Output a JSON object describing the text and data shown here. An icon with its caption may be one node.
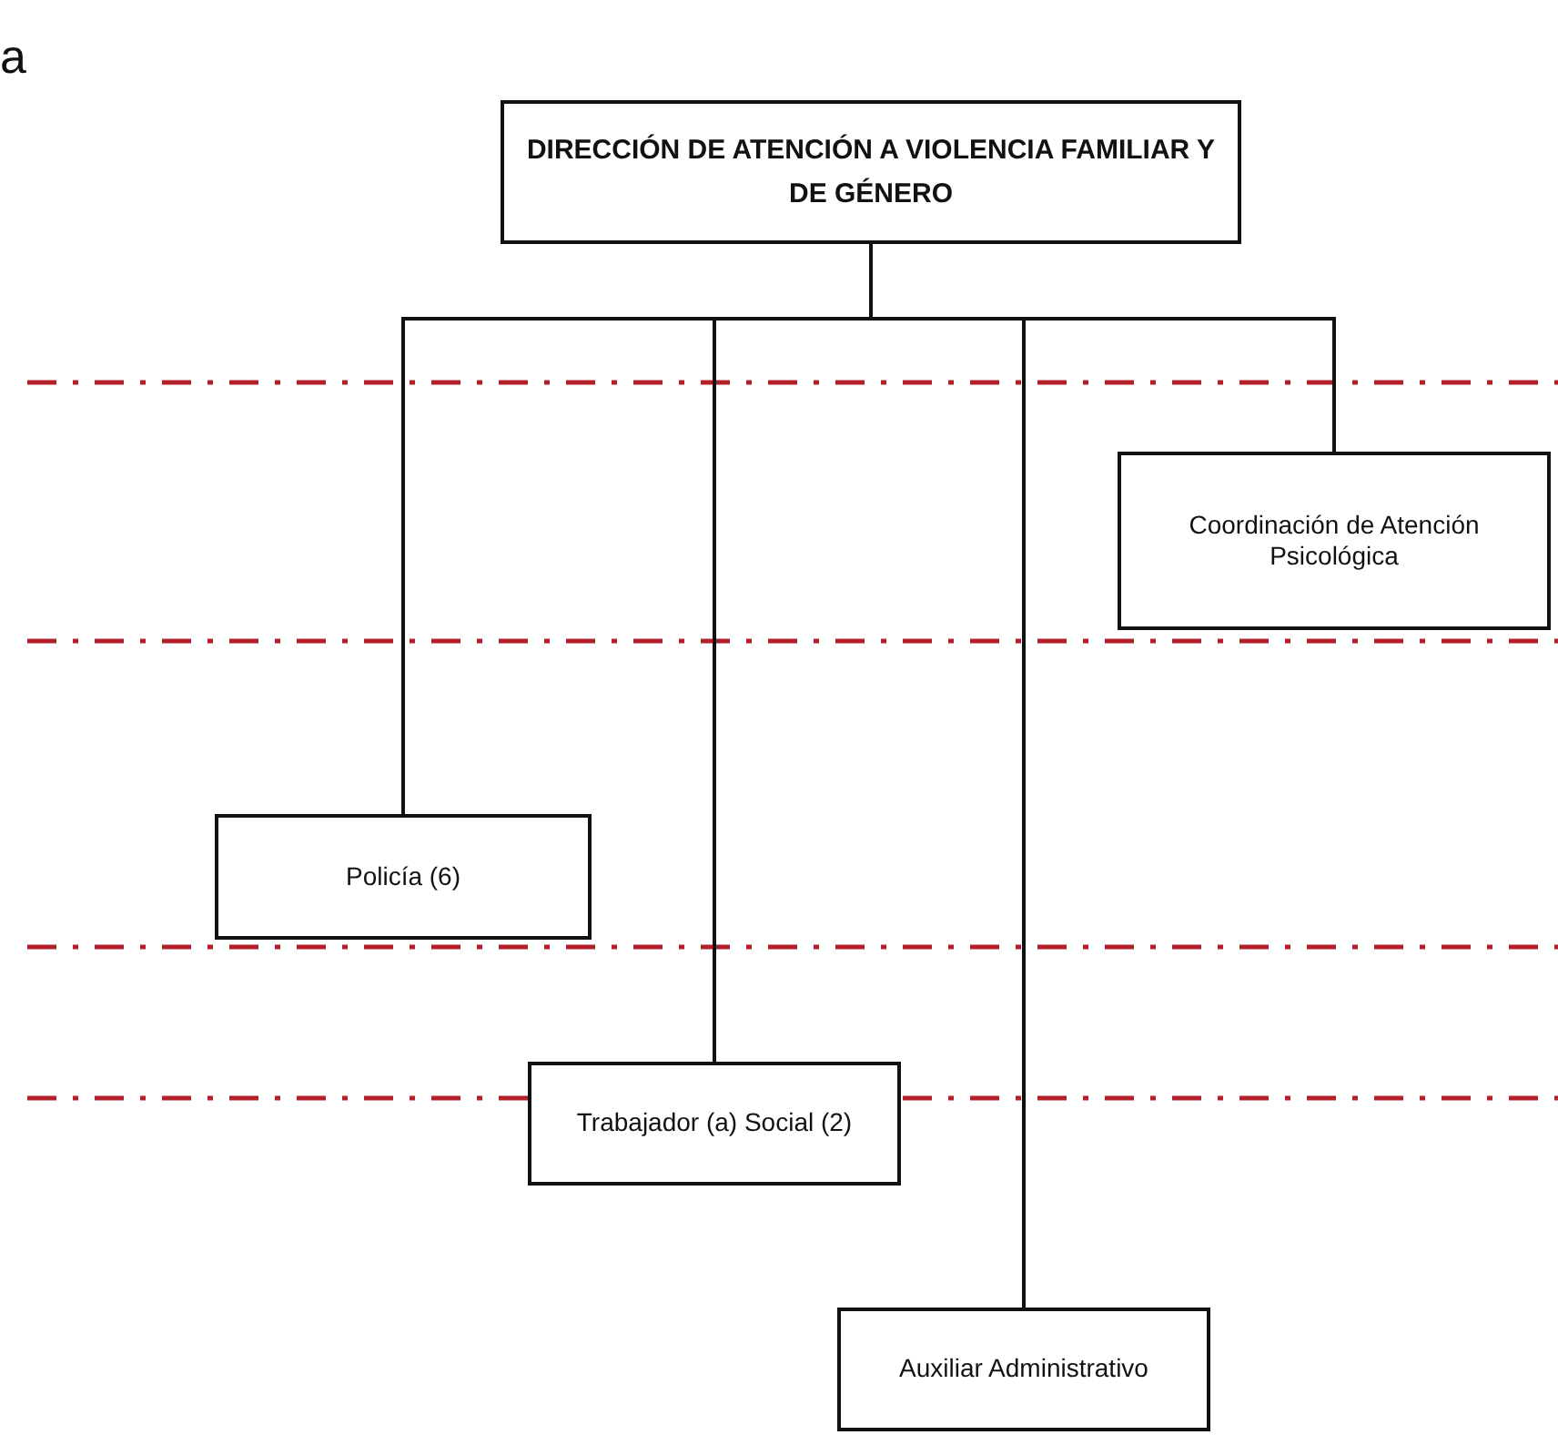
{
  "diagram": {
    "nodes": [
      {
        "text": [
          "DIRECCIÓN DE ATENCIÓN A VIOLENCIA FAMILIAR Y DE GÉNERO"
        ]
      },
      {
        "text": [
          "Coordinación de Atención Psicológica"
        ]
      },
      {
        "text": [
          "Policía (6)"
        ]
      },
      {
        "text": [
          "Trabajador (a) Social (2)"
        ]
      },
      {
        "text": [
          "Auxiliar Administrativo"
        ]
      }
    ],
    "edges": [
      {
        "from": 0,
        "to": 2,
        "arrow": "none"
      },
      {
        "from": 0,
        "to": 3,
        "arrow": "none"
      },
      {
        "from": 0,
        "to": 4,
        "arrow": "none"
      },
      {
        "from": 0,
        "to": 1,
        "arrow": "none"
      }
    ],
    "labels": [
      "a"
    ]
  }
}
